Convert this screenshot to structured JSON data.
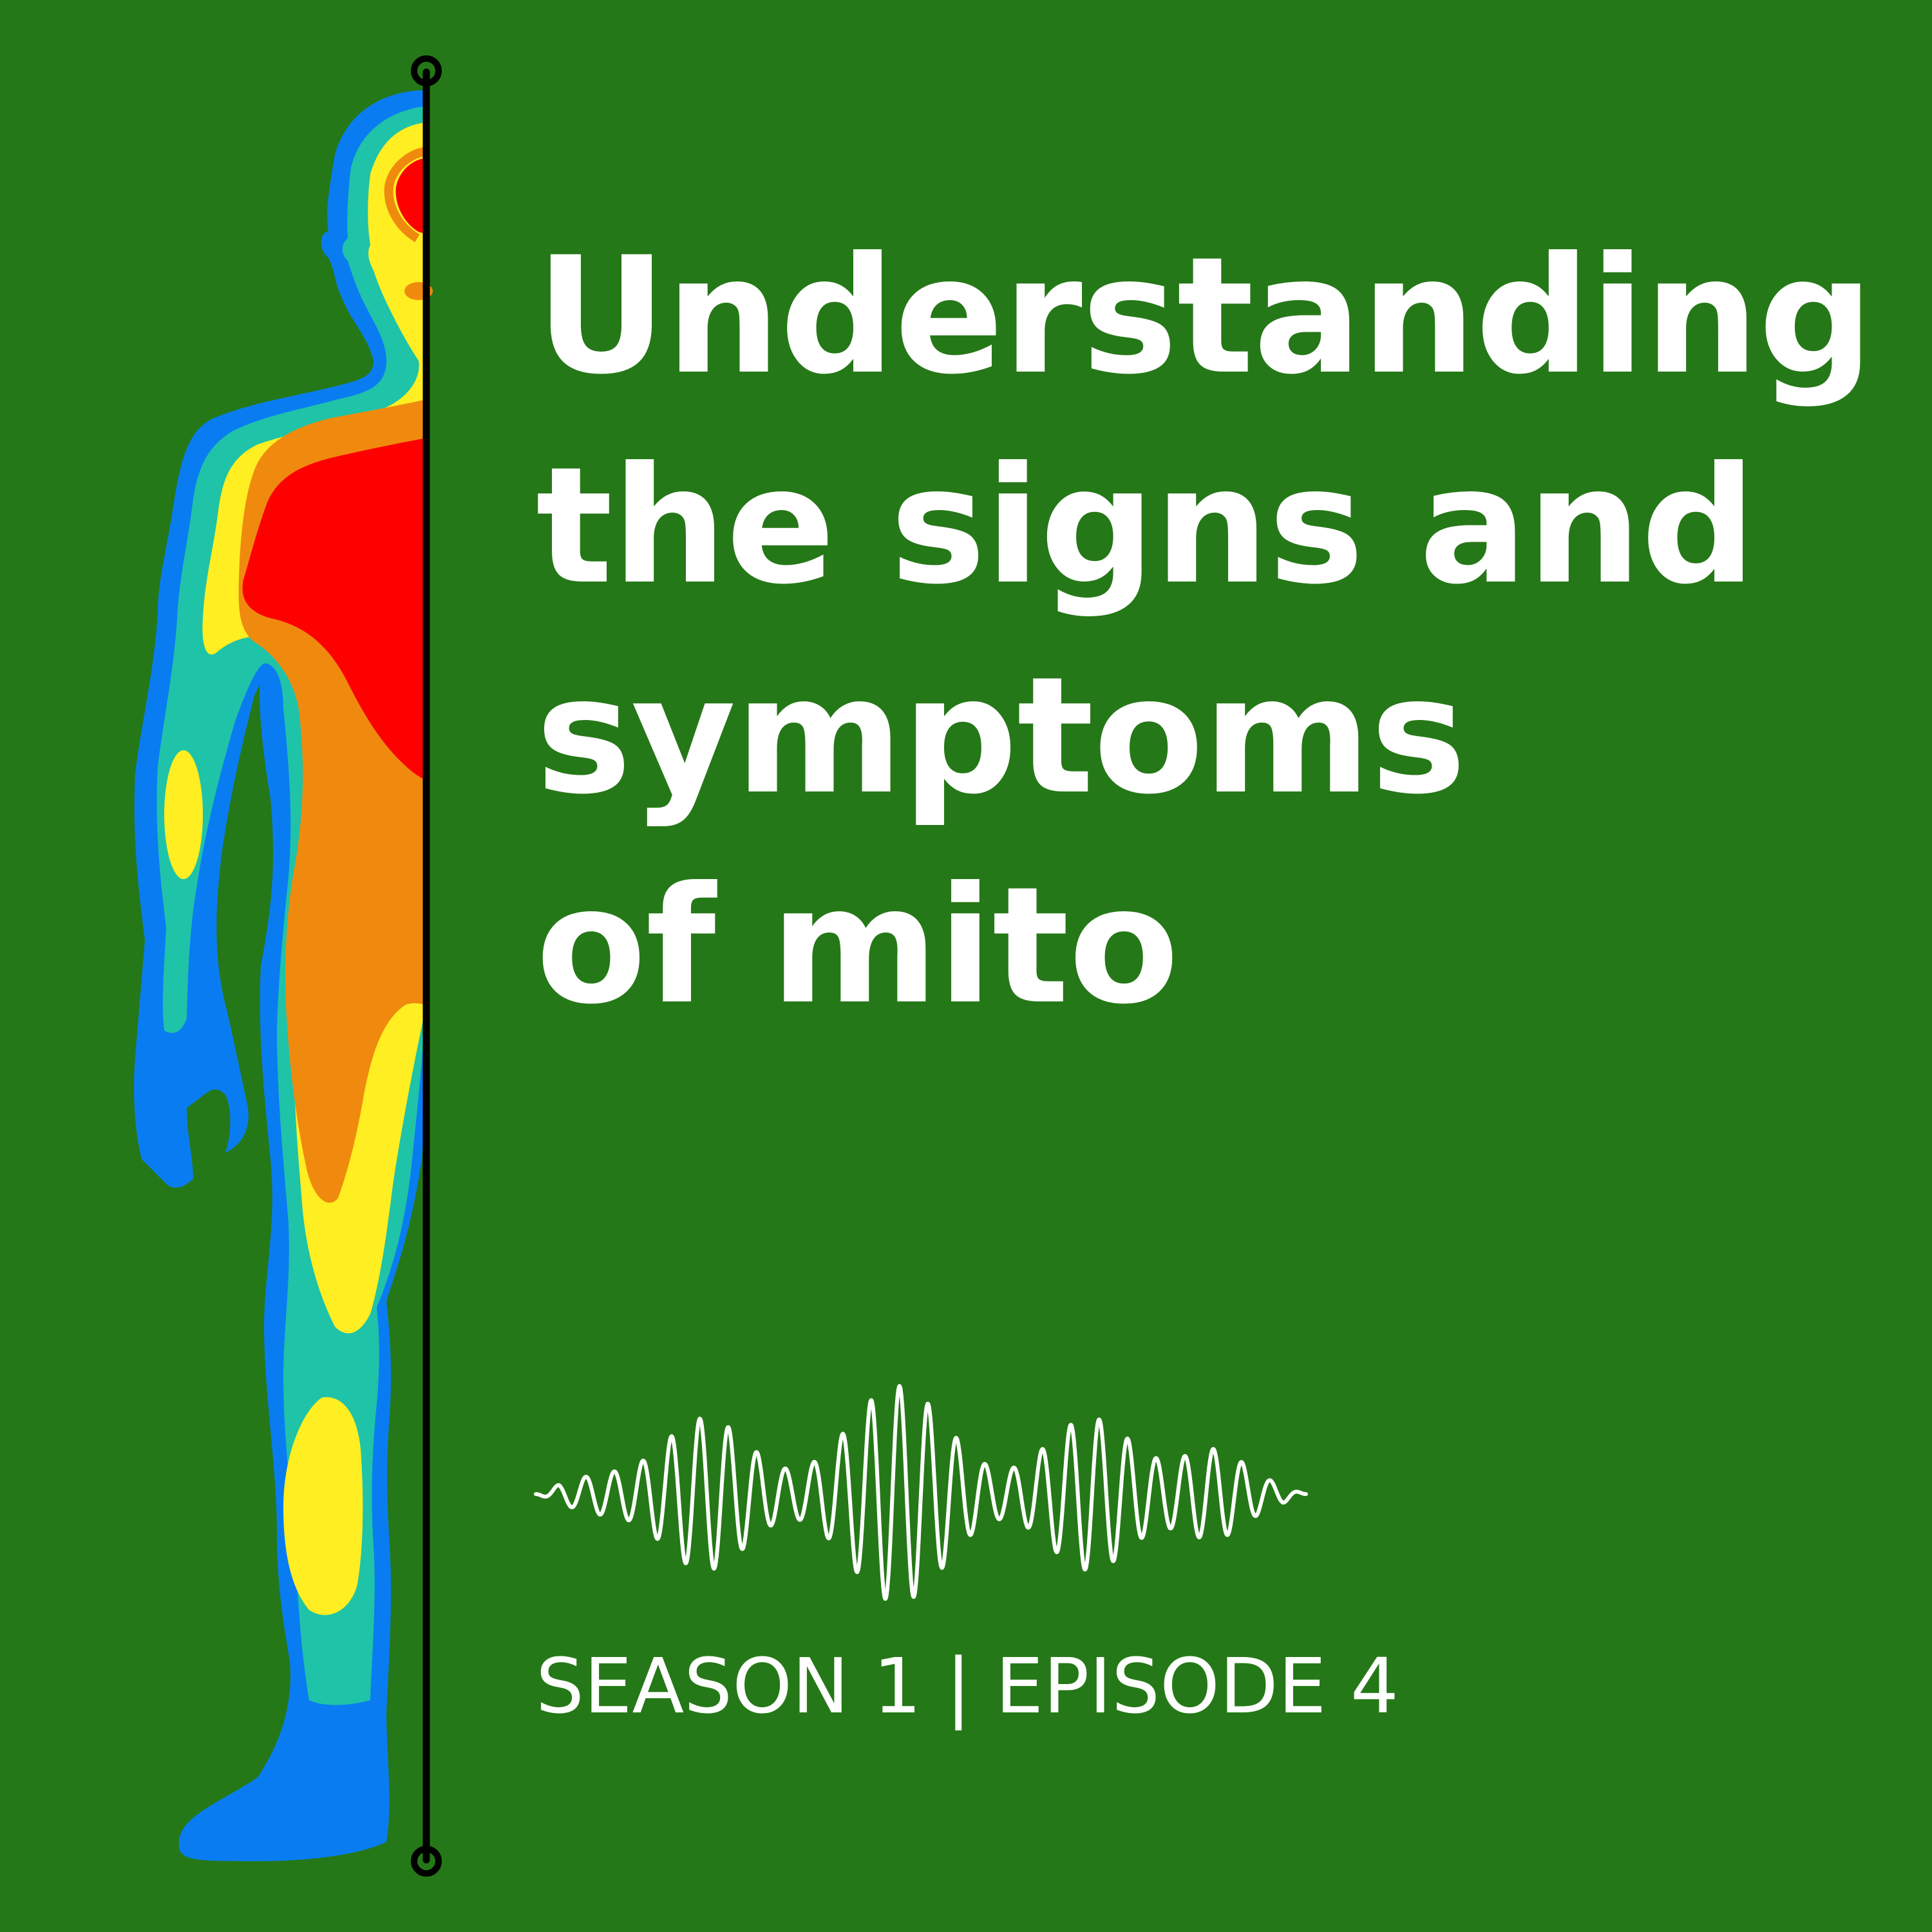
{
  "cover": {
    "title_lines": [
      "Understanding",
      "the signs and",
      "symptoms",
      "of mito"
    ],
    "episode_label": "SEASON 1 | EPISODE 4"
  },
  "colors": {
    "background": "#257817",
    "text": "#ffffff",
    "thermal_blue": "#0a7cf2",
    "thermal_teal": "#1fc3a8",
    "thermal_yellow": "#ffee22",
    "thermal_orange": "#f08a0e",
    "thermal_red": "#ff0000",
    "axis_line": "#000000"
  },
  "icons": {
    "figure": "thermal-body-figure",
    "audio": "sound-wave-icon"
  }
}
